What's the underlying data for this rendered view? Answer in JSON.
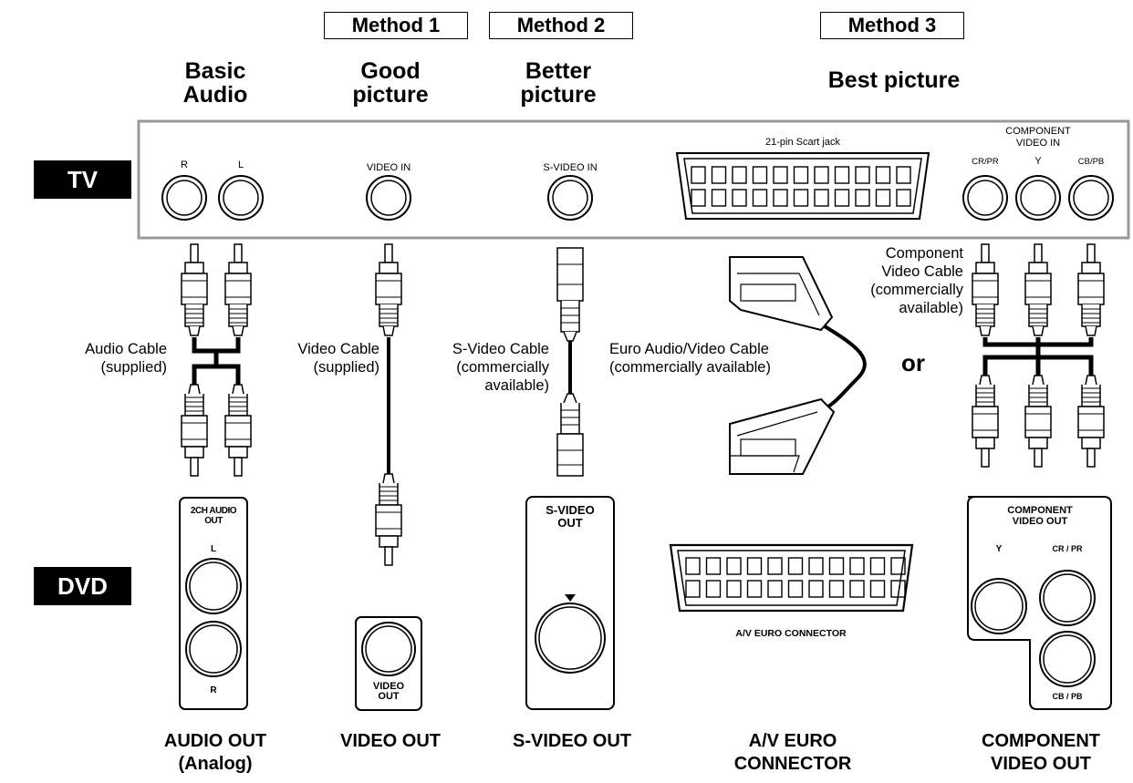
{
  "methods": {
    "m1": "Method 1",
    "m2": "Method 2",
    "m3": "Method 3"
  },
  "headings": {
    "basic_1": "Basic",
    "basic_2": "Audio",
    "good_1": "Good",
    "good_2": "picture",
    "better_1": "Better",
    "better_2": "picture",
    "best": "Best picture"
  },
  "devices": {
    "tv": "TV",
    "dvd": "DVD"
  },
  "tv_panel": {
    "audio_r": "R",
    "audio_l": "L",
    "video_in": "VIDEO IN",
    "svideo_in": "S-VIDEO IN",
    "scart": "21-pin Scart jack",
    "component_1": "COMPONENT",
    "component_2": "VIDEO IN",
    "cr": "CR/PR",
    "y": "Y",
    "cb": "CB/PB"
  },
  "cables": {
    "audio_1": "Audio Cable",
    "audio_2": "(supplied)",
    "video_1": "Video Cable",
    "video_2": "(supplied)",
    "svideo_1": "S-Video Cable",
    "svideo_2": "(commercially",
    "svideo_3": "available)",
    "euro_1": "Euro Audio/Video Cable",
    "euro_2": "(commercially available)",
    "comp_1": "Component",
    "comp_2": "Video Cable",
    "comp_3": "(commercially",
    "comp_4": "available)",
    "or": "or"
  },
  "dvd_panel": {
    "audio_1": "2CH AUDIO",
    "audio_2": "OUT",
    "audio_l": "L",
    "audio_r": "R",
    "video_1": "VIDEO",
    "video_2": "OUT",
    "svideo_1": "S-VIDEO",
    "svideo_2": "OUT",
    "euro": "A/V EURO CONNECTOR",
    "comp_1": "COMPONENT",
    "comp_2": "VIDEO OUT",
    "comp_y": "Y",
    "comp_cr": "CR / PR",
    "comp_cb": "CB / PB"
  },
  "bottom_labels": {
    "audio_1": "AUDIO OUT",
    "audio_2": "(Analog)",
    "video": "VIDEO OUT",
    "svideo": "S-VIDEO OUT",
    "euro_1": "A/V EURO",
    "euro_2": "CONNECTOR",
    "comp_1": "COMPONENT",
    "comp_2": "VIDEO OUT"
  }
}
